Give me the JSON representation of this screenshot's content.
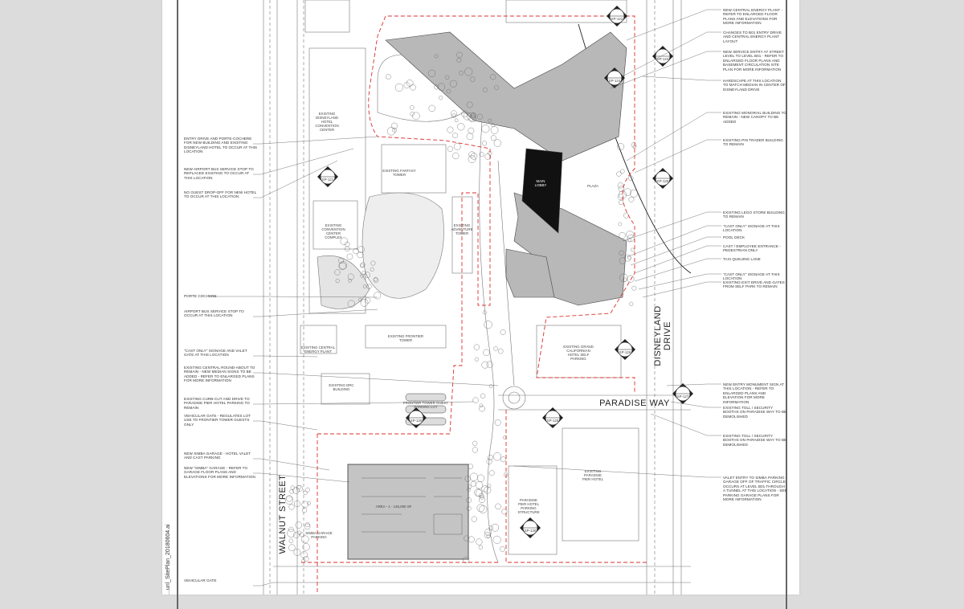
{
  "document": {
    "filename": "...unl_SitePlan_20180604.ai"
  },
  "left_notes": [
    "Entry drive and porte-cochere for new building and existing Disneyland Hotel to occur at this location",
    "New airport bus service stop to replaced existing to occur at this location",
    "No guest drop-off for new hotel to occur at this location",
    "Porte cochere",
    "Airport bus service stop to occur at this location",
    "\"Cast only\" signage and valet gate at this location",
    "Existing central round-about to remain - new median signs to be added - refer to enlarged plans for more information",
    "Existing curb-cut and drive to Paradise Pier Hotel parking to remain",
    "Vehicular gate - regulates lot use to Frontier Tower guests only",
    "New Simba garage - hotel valet and cast parking",
    "New \"Simba\" garage - refer to garage floor plans and elevations for more information",
    "Vehicular gate"
  ],
  "right_notes": [
    "New central energy plant - refer to enlarged floor plans and elevations for more information",
    "Changes to B01 entry drive and central energy plant layout",
    "New service entry at street level to level B01 - refer to enlarged floor plans and basement circulation site plan for more information",
    "Hardscape at this location to match median in center of Disneyland Drive",
    "Existing monorail building to remain - new canopy to be added",
    "Existing pin trader building to remain",
    "Existing Lego store building to remain",
    "\"Cast only\" signage at this location",
    "Pool deck",
    "Cast / employee entrance - pedestrian only",
    "Taxi queuing lane",
    "\"Cast only\" signage at this location",
    "Existing exit drive and gates from self park to remain",
    "New entry monument sign at this location - refer to enlarged plans and elevation for more information",
    "Existing toll / security booths on Paradise Way to be demolished",
    "Existing toll / security booths on Paradise Way to be demolished",
    "Valet entry to Simba parking garage off of traffic circle occurs at level B01 through a tunnel at this location - see parking garage plans for more information"
  ],
  "map_labels": {
    "convention_center": [
      "EXISTING",
      "DISNEYLAND",
      "HOTEL",
      "CONVENTION",
      "CENTER"
    ],
    "fantasy_tower": [
      "EXISTING FANTASY",
      "TOWER"
    ],
    "convention_complex": [
      "EXISTING",
      "CONVENTION",
      "CENTER",
      "COMPLEX"
    ],
    "adventure_tower": [
      "EXISTING",
      "ADVENTURE",
      "TOWER"
    ],
    "frontier_tower": [
      "EXISTING FRONTIER",
      "TOWER"
    ],
    "energy_plant": [
      "EXISTING CENTRAL",
      "ENERGY PLANT"
    ],
    "drc_building": [
      "EXISTING DRC",
      "BUILDING"
    ],
    "frontier_lot": [
      "FRONTIER TOWER GUEST",
      "PARKING LOT"
    ],
    "main_lobby": [
      "MAIN",
      "LOBBY"
    ],
    "plaza": "PLAZA",
    "self_parking": [
      "EXISTING GRAND",
      "CALIFORNIAN",
      "HOTEL SELF",
      "PARKING"
    ],
    "paradise_pier_hotel": [
      "EXISTING",
      "PARADISE",
      "PIER HOTEL"
    ],
    "pier_parking": [
      "PARADISE",
      "PIER HOTEL",
      "PARKING",
      "STRUCTURE"
    ],
    "garage_area": "AREA - 1 - 145,000 SF",
    "simba_parking": [
      "SIMBA GARAGE",
      "PARKING"
    ],
    "streets": {
      "disneyland_drive": [
        "DISNEYLAND",
        "DRIVE"
      ],
      "paradise_way": "PARADISE WAY",
      "walnut_street": "WALNUT STREET"
    },
    "callouts": [
      "SP-121",
      "SP-122",
      "SP-123",
      "SP-124",
      "SP-125",
      "SP-126",
      "SP-127",
      "SP-128",
      "SP-129",
      "SP-130"
    ]
  },
  "colors": {
    "page_bg": "#dcdcdc",
    "boundary": "#d9302c",
    "building_fill": "#b8b8b8",
    "lobby_fill": "#111111"
  }
}
